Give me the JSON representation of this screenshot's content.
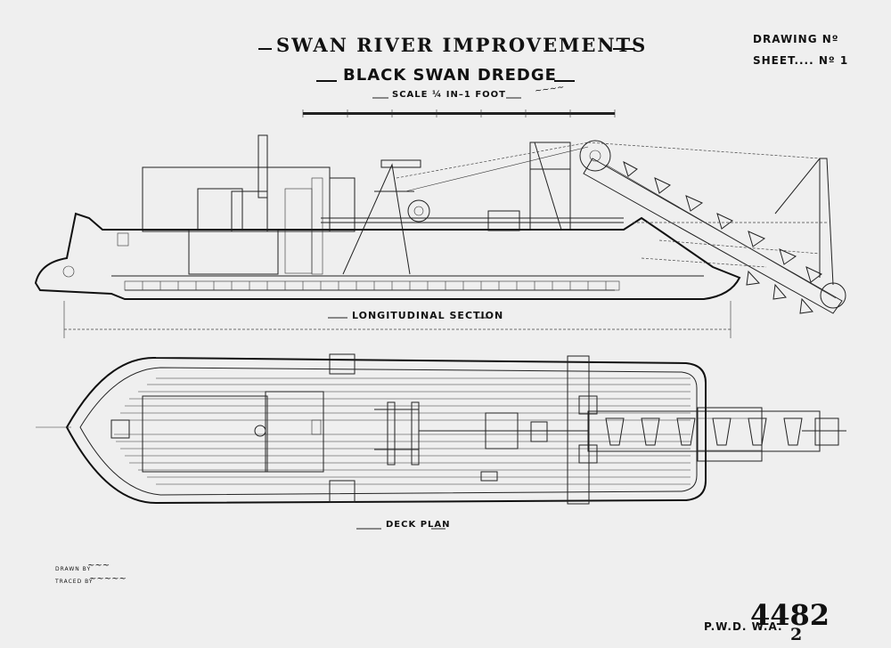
{
  "header": {
    "title": "SWAN RIVER IMPROVEMENTS",
    "subtitle": "BLACK SWAN DREDGE",
    "scale": "SCALE ¼ IN–1 FOOT",
    "drawing_no": "DRAWING Nº",
    "sheet_no": "SHEET.... Nº 1"
  },
  "views": {
    "section_label": "LONGITUDINAL SECTION",
    "deck_label": "DECK PLAN"
  },
  "footer": {
    "drawn_by": "DRAWN BY",
    "traced_by": "TRACED BY",
    "pwd": "P.W.D. W.A.",
    "number": "4482",
    "sub_number": "2"
  }
}
